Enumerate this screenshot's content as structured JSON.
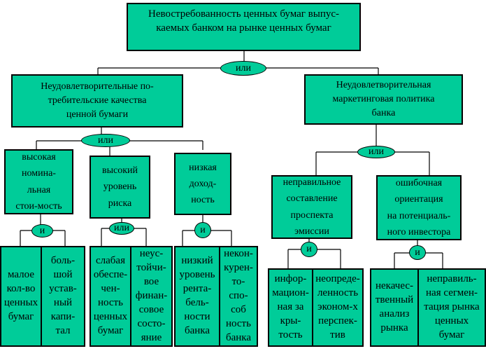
{
  "colors": {
    "box_fill": "#00cc99",
    "border": "#000000",
    "background": "#ffffff"
  },
  "root": {
    "label": "Невостребованность ценных бумаг выпус-\nкаемых банком на рынке ценных бумаг"
  },
  "root_connector": "или",
  "branches": [
    {
      "label": "Неудовлетворительные по-\nтребительские качества\nценной бумаги",
      "connector": "или",
      "children": [
        {
          "label": "высокая\nномина-\nльная\nстои-мость",
          "connector": "и",
          "leaves": [
            "малое\nкол-во\nценных\nбумаг",
            "боль-\nшой\nустав-\nный\nкапи-\nтал"
          ]
        },
        {
          "label": "высокий\nуровень\nриска",
          "connector": "или",
          "leaves": [
            "слабая\nобеспе-\nчен-\nность\nценных\nбумаг",
            "неус-\nтойчи-\nвое\nфинан-\nсовое\nсосто-\nяние"
          ]
        },
        {
          "label": "низкая\nдоход-\nность",
          "connector": "и",
          "leaves": [
            "низкий\nуровень\nрента-\nбель-\nности\nбанка",
            "некон-\nкурен-\nто-\nспо-\nсоб\nность\nбанка"
          ]
        }
      ]
    },
    {
      "label": "Неудовлетворительная\nмаркетинговая политика\nбанка",
      "connector": "или",
      "children": [
        {
          "label": "неправильное\nсоставление\nпроспекта\nэмиссии",
          "connector": "и",
          "leaves": [
            "инфор-\nмацион-\nная за\nкры-\nтость",
            "неопреде-\nленность\nэконом-х\nперспек-\nтив"
          ]
        },
        {
          "label": "ошибочная\nориентация\nна потенциаль-\nного инвестора",
          "connector": "и",
          "leaves": [
            "некачес-\nтвенный\nанализ\nрынка",
            "неправиль-\nная сегмен-\nтация рынка\nценных\nбумаг"
          ]
        }
      ]
    }
  ]
}
